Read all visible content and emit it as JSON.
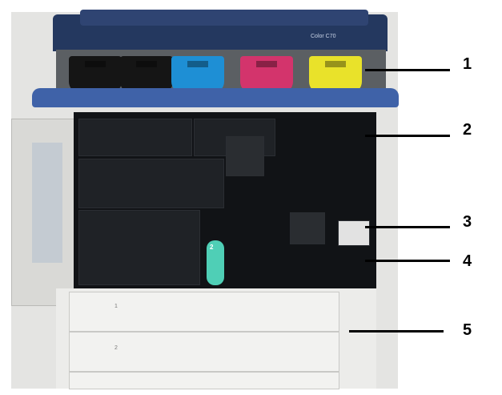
{
  "device": {
    "model_label": "Color C70"
  },
  "toner_cartridges": [
    {
      "color": "#151515"
    },
    {
      "color": "#151515"
    },
    {
      "color": "#1e8fd5"
    },
    {
      "color": "#d3346c"
    },
    {
      "color": "#e9e22a"
    }
  ],
  "lever": {
    "number": "2"
  },
  "trays": [
    {
      "number": "1"
    },
    {
      "number": "2"
    }
  ],
  "callouts": [
    {
      "label": "1"
    },
    {
      "label": "2"
    },
    {
      "label": "3"
    },
    {
      "label": "4"
    },
    {
      "label": "5"
    }
  ]
}
